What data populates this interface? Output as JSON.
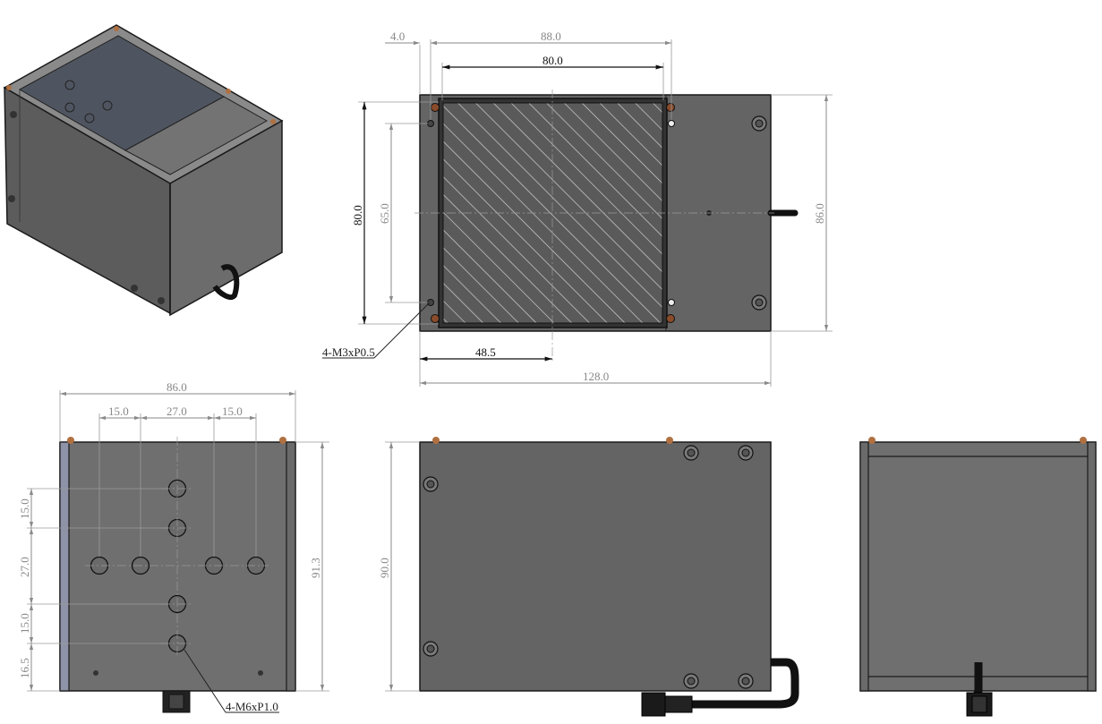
{
  "top_view": {
    "dims": {
      "edge_offset": "4.0",
      "hole_pitch_x": "88.0",
      "window_width": "80.0",
      "window_height": "80.0",
      "hole_pitch_y": "65.0",
      "total_height": "86.0",
      "window_center": "48.5",
      "total_length": "128.0"
    },
    "callout": "4-M3xP0.5"
  },
  "front_view": {
    "dims": {
      "width": "86.0",
      "h_pitch_a": "15.0",
      "h_pitch_b": "27.0",
      "h_pitch_c": "15.0",
      "v_pitch_a": "15.0",
      "v_pitch_b": "27.0",
      "v_pitch_c": "15.0",
      "v_bottom": "16.5",
      "height": "91.3"
    },
    "callout": "4-M6xP1.0"
  },
  "side_view": {
    "dims": {
      "height": "90.0"
    }
  },
  "colors": {
    "body": "#646464",
    "window": "#5a5a5a",
    "hatch": "#cfcfcf",
    "dimension": "#8a8a8a"
  }
}
